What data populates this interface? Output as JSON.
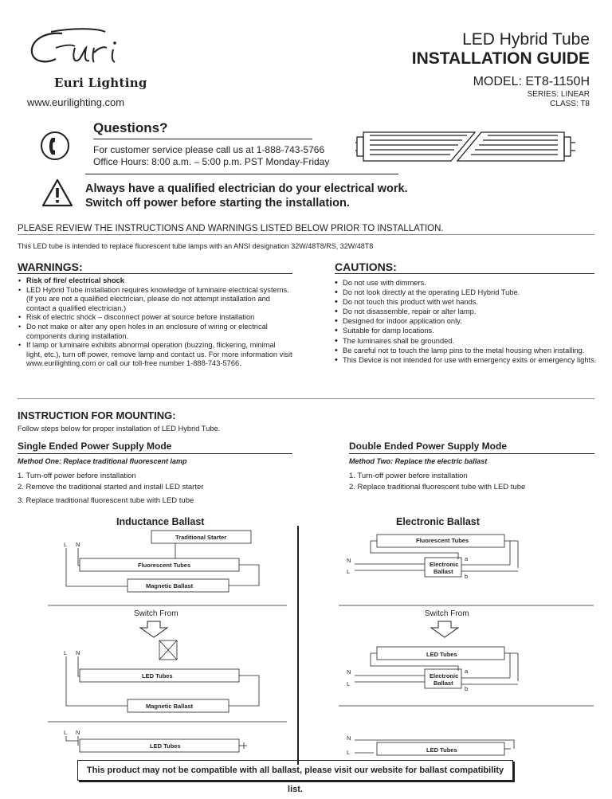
{
  "header": {
    "brand_script": "Euri",
    "brand_name": "Euri Lighting",
    "website": "www.eurilighting.com",
    "product_title": "LED Hybrid Tube",
    "doc_title": "INSTALLATION GUIDE",
    "model": "MODEL: ET8-1150H",
    "series": "SERIES: LINEAR",
    "class": "CLASS: T8"
  },
  "questions": {
    "title": "Questions?",
    "line1": "For customer service please call us at 1-888-743-5766",
    "line2": "Office Hours: 8:00 a.m. – 5:00 p.m. PST Monday-Friday"
  },
  "alert": {
    "line1": "Always have a qualified electrician do your electrical work.",
    "line2": "Switch off power before starting the installation."
  },
  "review_text": "PLEASE REVIEW THE INSTRUCTIONS AND WARNINGS LISTED BELOW PRIOR TO INSTALLATION.",
  "intended_text": "This LED tube is intended to replace fluorescent tube lamps with an ANSI designation 32W/48T8/RS, 32W/48T8",
  "warnings": {
    "heading": "WARNINGS:",
    "items": [
      "Risk of fire/ electrical shock",
      "LED Hybrid Tube installation requires knowledge of luminaire electrical systems. (If you are not a qualified electrician, please do not attempt installation and contact a qualified electrician.)",
      "Risk of electric shock – disconnect power at source before installation",
      "Do not make or alter any open holes in an enclosure of wiring or electrical components during installation.",
      "If lamp or luminaire exhibits abnormal operation (buzzing, flickering, minimal light, etc.), turn off power, remove lamp and contact us. For more information visit www.eurilighting.com or call our toll-free number 1-888-743-5766."
    ]
  },
  "cautions": {
    "heading": "CAUTIONS:",
    "items": [
      "Do not use with dimmers.",
      "Do not look directly at the operating LED Hybrid Tube.",
      "Do not touch this product with wet hands.",
      "Do not disassemble, repair or alter lamp.",
      "Designed for indoor application only.",
      "Suitable for damp locations.",
      "The luminaires shall be grounded.",
      "Be careful not to touch the lamp pins to the metal housing when installing.",
      "This Device is not intended for use with emergency exits or emergency lights."
    ]
  },
  "mounting": {
    "heading": "INSTRUCTION FOR MOUNTING:",
    "follow": "Follow steps below for proper installation of LED Hybrid Tube."
  },
  "single": {
    "heading": "Single Ended Power Supply Mode",
    "method": "Method One: Replace traditional fluorescent lamp",
    "steps": [
      "1. Turn-off power before installation",
      "2. Remove the traditional started and install LED starter",
      "3. Replace traditional fluorescent tube with LED tube"
    ]
  },
  "double": {
    "heading": "Double Ended Power Supply Mode",
    "method": "Method Two:  Replace the electric ballast",
    "steps": [
      "1. Turn-off power before installation",
      "2. Replace traditional fluorescent tube with LED tube"
    ]
  },
  "diagrams": {
    "inductance_title": "Inductance Ballast",
    "electronic_title": "Electronic Ballast",
    "switch_from": "Switch From",
    "traditional_starter": "Traditional Starter",
    "fluorescent_tubes": "Fluorescent Tubes",
    "led_tubes": "LED Tubes",
    "magnetic_ballast": "Magnetic Ballast",
    "electronic_ballast_1": "Electronic",
    "electronic_ballast_2": "Ballast",
    "L": "L",
    "N": "N",
    "a": "a",
    "b": "b"
  },
  "footer": "This product may not be compatible with all ballast, please visit our website for ballast compatibility list."
}
